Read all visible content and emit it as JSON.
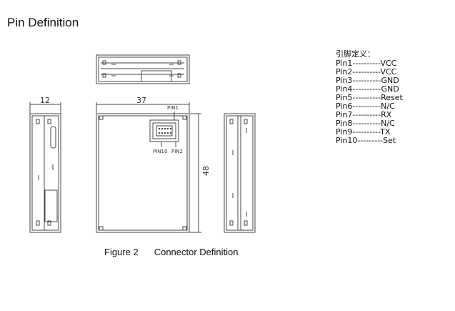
{
  "page": {
    "heading": "Pin Definition"
  },
  "figure": {
    "caption_number": "Figure 2",
    "caption_title": "Connector Definition"
  },
  "dimensions": {
    "width": "12",
    "length": "37",
    "height": "48"
  },
  "connector_labels": {
    "top": "PIN1",
    "bottom_left": "PIN10",
    "bottom_right": "PIN2"
  },
  "pin_table": {
    "title": "引脚定义：",
    "rows": [
      "Pin1----------VCC",
      "Pin2----------VCC",
      "Pin3----------GND",
      "Pin4----------GND",
      "Pin5----------Reset",
      "Pin6----------N/C",
      "Pin7----------RX",
      "Pin8----------N/C",
      "Pin9----------TX",
      "Pin10---------Set"
    ]
  },
  "colors": {
    "line": "#444444",
    "text": "#111111"
  }
}
